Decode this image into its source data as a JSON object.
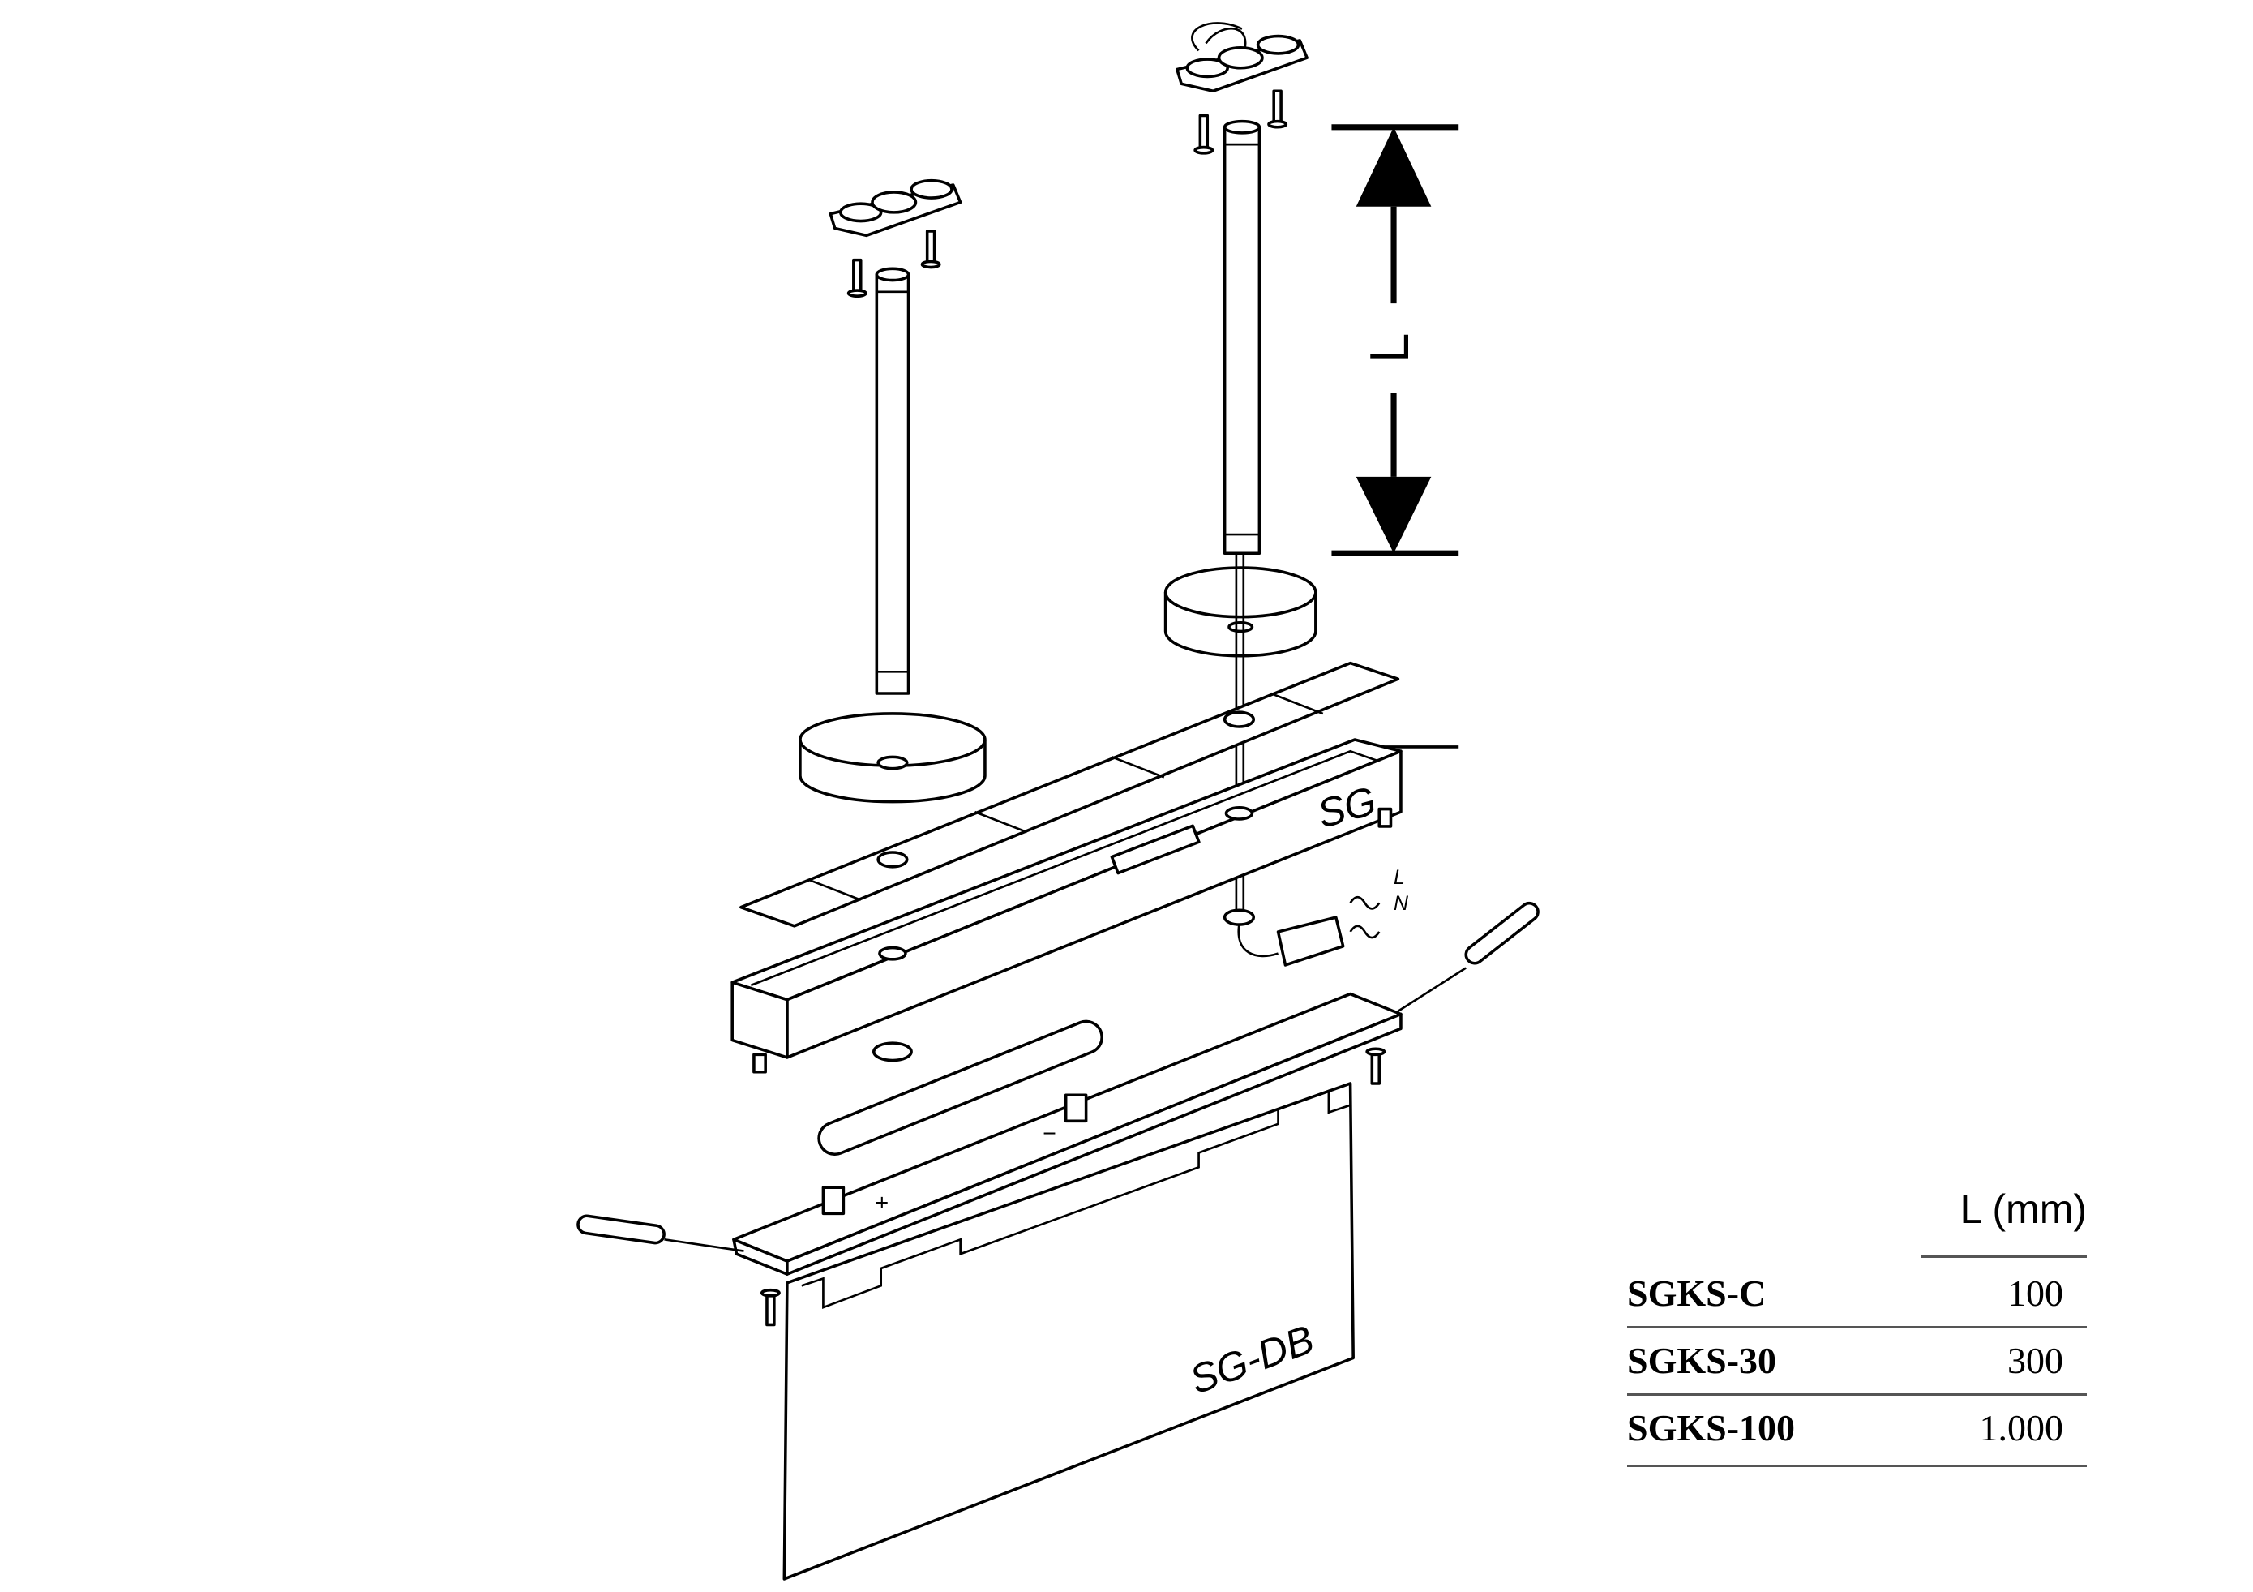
{
  "drawing": {
    "dimension_label": "L",
    "housing_label": "SG",
    "panel_label": "SG-DB",
    "wire_labels": [
      "L",
      "N"
    ],
    "polarity_plus": "+",
    "polarity_minus": "−"
  },
  "table": {
    "header": "L (mm)",
    "rows": [
      {
        "model": "SGKS-C",
        "length": "100"
      },
      {
        "model": "SGKS-30",
        "length": "300"
      },
      {
        "model": "SGKS-100",
        "length": "1.000"
      }
    ]
  }
}
